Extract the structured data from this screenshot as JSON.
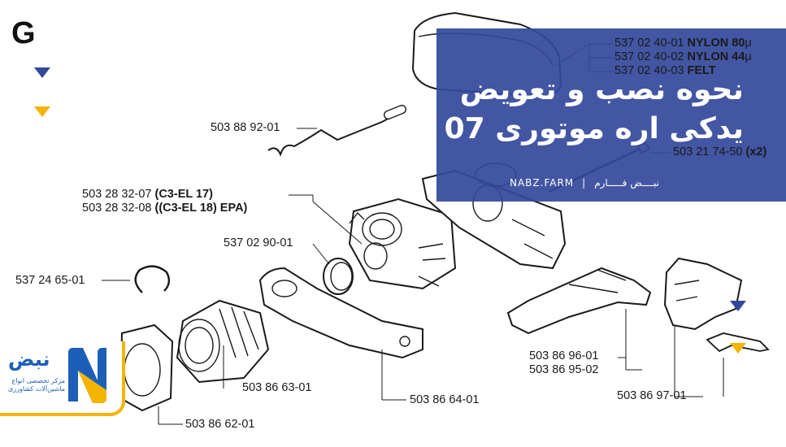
{
  "section": {
    "letter": "G"
  },
  "banner": {
    "title_line1": "نحوه نصب و تعویض",
    "title_line2": "یدکی اره موتوری 07",
    "brand_en": "NABZ.FARM",
    "brand_separator": "|",
    "brand_fa": "نبــــض فـــــارم"
  },
  "logo": {
    "word": "نبض",
    "subtitle": "مرکز تخصصی انواع ماشین‌آلات کشاورزی"
  },
  "colors": {
    "brand_blue": "#33489b",
    "accent_yellow": "#f4b400",
    "line": "#1a1a1a"
  },
  "parts": [
    {
      "number": "537 02 40-01",
      "note": "NYLON 80",
      "suffix": "μ"
    },
    {
      "number": "537 02 40-02",
      "note": "NYLON 44",
      "suffix": "μ"
    },
    {
      "number": "537 02 40-03",
      "note": "FELT",
      "suffix": ""
    },
    {
      "number": "503 88 92-01",
      "note": "",
      "suffix": ""
    },
    {
      "number": "503 21 74-50",
      "note": "(x2)",
      "suffix": ""
    },
    {
      "number": "503 28 32-07",
      "note": "(C3-EL 17)",
      "suffix": ""
    },
    {
      "number": "503 28 32-08",
      "note": "((C3-EL 18) EPA)",
      "suffix": ""
    },
    {
      "number": "537 02 90-01",
      "note": "",
      "suffix": ""
    },
    {
      "number": "537 24 65-01",
      "note": "",
      "suffix": ""
    },
    {
      "number": "503 86 96-01",
      "note": "",
      "suffix": ""
    },
    {
      "number": "503 86 95-02",
      "note": "",
      "suffix": ""
    },
    {
      "number": "503 86 63-01",
      "note": "",
      "suffix": ""
    },
    {
      "number": "503 86 64-01",
      "note": "",
      "suffix": ""
    },
    {
      "number": "503 86 97-01",
      "note": "",
      "suffix": ""
    },
    {
      "number": "503 86 62-01",
      "note": "",
      "suffix": ""
    }
  ],
  "markers": [
    {
      "color_key": "brand_blue",
      "name": "left-blue"
    },
    {
      "color_key": "accent_yellow",
      "name": "left-yellow"
    },
    {
      "color_key": "brand_blue",
      "name": "right-blue"
    },
    {
      "color_key": "accent_yellow",
      "name": "right-yellow"
    }
  ]
}
